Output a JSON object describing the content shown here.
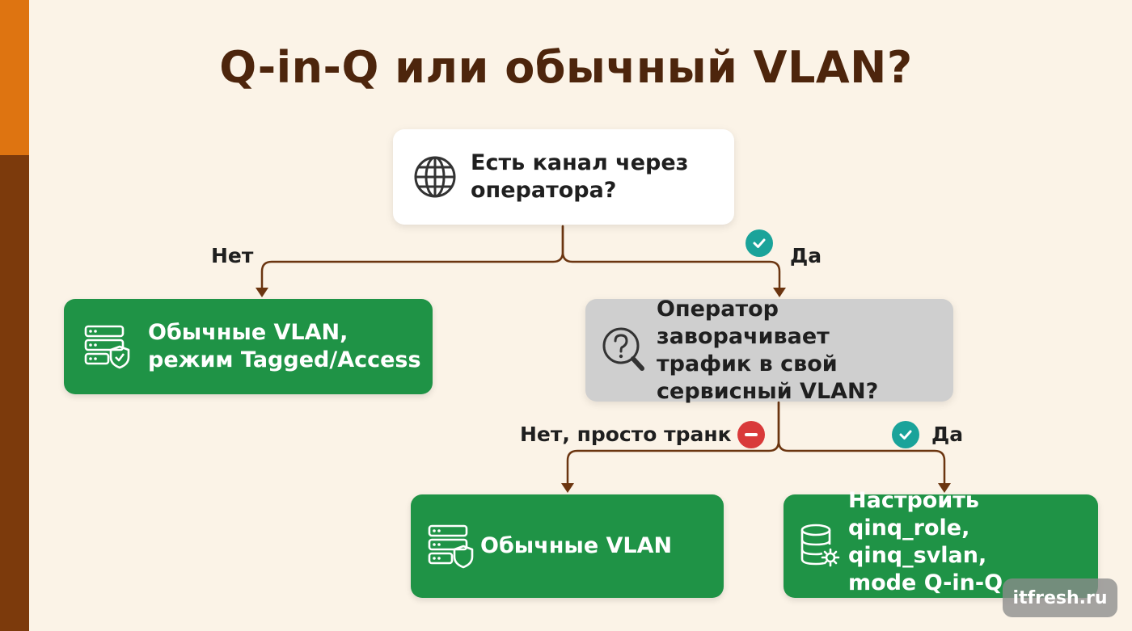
{
  "title": "Q-in-Q или обычный VLAN?",
  "nodes": {
    "question1": {
      "text": "Есть канал через\nоператора?",
      "icon": "globe-icon"
    },
    "question2": {
      "text": "Оператор заворачивает\nтрафик в свой\nсервисный VLAN?",
      "icon": "question-search-icon"
    },
    "result_no1": {
      "text": "Обычные VLAN,\nрежим Tagged/Access",
      "icon": "server-shield-icon"
    },
    "result_no2": {
      "text": "Обычные VLAN",
      "icon": "server-shield-icon"
    },
    "result_yes2": {
      "text": "Настроить qinq_role,\nqinq_svlan,\nmode Q-in-Q",
      "icon": "database-gear-icon"
    }
  },
  "edges": {
    "q1_no": {
      "label": "Нет"
    },
    "q1_yes": {
      "label": "Да",
      "icon": "check-icon"
    },
    "q2_no": {
      "label": "Нет, просто транк",
      "icon": "minus-icon"
    },
    "q2_yes": {
      "label": "Да",
      "icon": "check-icon"
    }
  },
  "colors": {
    "background": "#fbf3e7",
    "title": "#4d250c",
    "connector": "#6b3510",
    "result_box": "#1f9346",
    "question_box_secondary": "#cfcfcf",
    "check_badge": "#1aa39a",
    "minus_badge": "#d93a3a",
    "accent_orange": "#de7411",
    "accent_brown": "#7c3a0c"
  },
  "watermark": "itfresh.ru"
}
